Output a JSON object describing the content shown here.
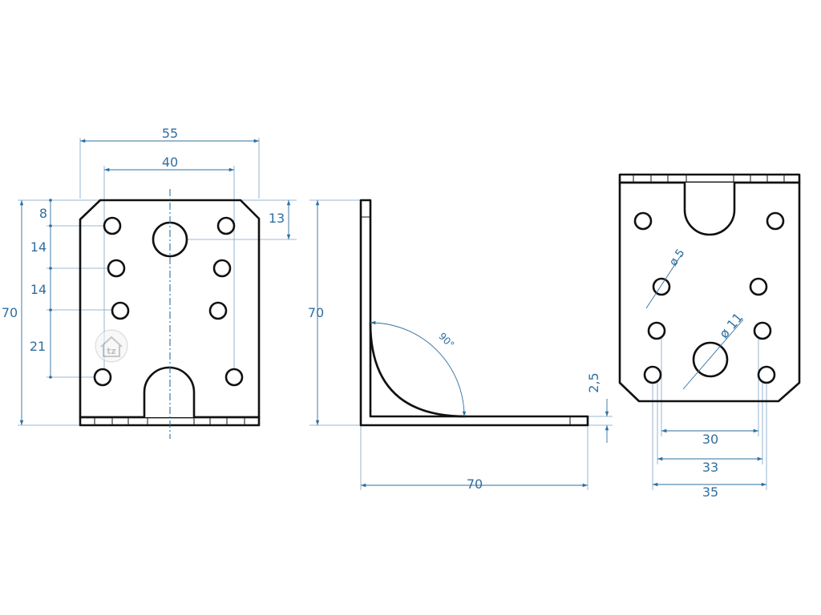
{
  "colors": {
    "outline": "#111111",
    "dimension": "#2f6f9f",
    "background": "#ffffff"
  },
  "front_view": {
    "overall_width": "55",
    "hole_spacing": "40",
    "overall_height": "70",
    "large_hole_offset": "13",
    "vertical_pitch": [
      "8",
      "14",
      "14",
      "21"
    ]
  },
  "side_view": {
    "height": "70",
    "length": "70",
    "thickness": "2,5",
    "angle": "90°"
  },
  "back_view": {
    "small_hole_diameter": "ø 5",
    "large_hole_diameter": "ø 11",
    "spacing_inner": "30",
    "spacing_middle": "33",
    "spacing_outer": "35"
  },
  "logo": {
    "text": "tz",
    "icon": "house-logo-icon"
  }
}
